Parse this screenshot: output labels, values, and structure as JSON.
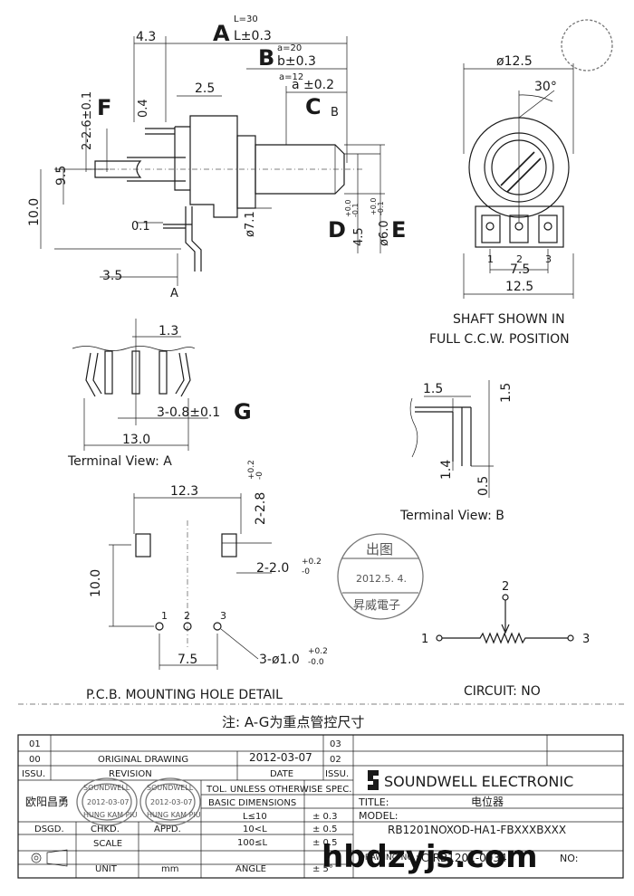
{
  "dims": {
    "d_4_3": "4.3",
    "a_l30": "L=30",
    "a_l03": "L±0.3",
    "a_letter": "A",
    "b_a20": "a=20",
    "b_b03": "b±0.3",
    "b_letter": "B",
    "c_a12": "a=12",
    "c_a02": "a ±0.2",
    "c_letter": "C",
    "c_b": "B",
    "d_2_5": "2.5",
    "d_0_4": "0.4",
    "f_letter": "F",
    "f_dim": "2-2.6±0.1",
    "d_9_5": "9.5",
    "d_10_0": "10.0",
    "d_0_1": "0.1",
    "d_3_5": "3.5",
    "a_view": "A",
    "d_phi7_1": "ø7.1",
    "d_letter": "D",
    "e_letter": "E",
    "d_4_5": "4.5",
    "d_4_5_tol_up": "+0.0",
    "d_4_5_tol_dn": "-0.1",
    "d_6_0": "ø6.0",
    "d_6_0_tol_up": "+0.0",
    "d_6_0_tol_dn": "-0.1",
    "d_phi12_5": "ø12.5",
    "d_30deg": "30°",
    "pin1": "1",
    "pin2": "2",
    "pin3": "3",
    "d_7_5_front": "7.5",
    "d_12_5_front": "12.5",
    "shaft_note_1": "SHAFT SHOWN IN",
    "shaft_note_2": "FULL C.C.W. POSITION",
    "d_1_3": "1.3",
    "g_dim": "3-0.8±0.1",
    "g_letter": "G",
    "d_13_0": "13.0",
    "tv_a": "Terminal View: A",
    "d_1_5a": "1.5",
    "d_1_5b": "1.5",
    "d_1_4": "1.4",
    "d_0_5": "0.5",
    "tv_b": "Terminal View: B",
    "d_12_3": "12.3",
    "d_2_2_8": "2-2.8",
    "d_2_2_8_tol_up": "+0.2",
    "d_2_2_8_tol_dn": "-0",
    "d_2_2_0": "2-2.0",
    "d_2_2_0_tol_up": "+0.2",
    "d_2_2_0_tol_dn": "-0",
    "d_10_0_pcb": "10.0",
    "pcb_p1": "1",
    "pcb_p2": "2",
    "pcb_p3": "3",
    "d_7_5_pcb": "7.5",
    "d_3_1_0": "3-ø1.0",
    "d_3_1_0_tol_up": "+0.2",
    "d_3_1_0_tol_dn": "-0.0",
    "c_pin1": "1",
    "c_pin2": "2",
    "c_pin3": "3",
    "pcb_caption": "P.C.B. MOUNTING HOLE DETAIL",
    "circuit_caption": "CIRCUIT: NO",
    "note": "注: A-G为重点管控尺寸"
  },
  "stamps": {
    "date_line1": "出图",
    "date_line2": "2012.5.  4.",
    "date_line3": "昇威電子",
    "s1_top": "SOUNDWELL",
    "s1_mid": "2012-03-07",
    "s1_bot": "HUNG KAM PIU",
    "s2_top": "SOUNDWELL",
    "s2_mid": "2012-03-07",
    "s2_bot": "HUNG KAM PIU"
  },
  "title_block": {
    "rev_01": "01",
    "rev_00": "00",
    "issu": "ISSU.",
    "original_drawing": "ORIGINAL DRAWING",
    "revision": "REVISION",
    "date_value": "2012-03-07",
    "date_label": "DATE",
    "rev_03": "03",
    "rev_02": "02",
    "issu2": "ISSU.",
    "company": "SOUNDWELL  ELECTRONIC",
    "designer": "欧阳昌勇",
    "dsgd": "DSGD.",
    "chkd": "CHKD.",
    "appd": "APPD.",
    "scale": "SCALE",
    "unit": "UNIT",
    "unit_val": "mm",
    "tol_header": "TOL. UNLESS OTHERWISE SPEC.",
    "basic_dims": "BASIC DIMENSIONS",
    "tol_row1": "L≤10",
    "tol_row2": "10<L",
    "tol_row3": "100≤L",
    "angle": "ANGLE",
    "tol_val1": "± 0.3",
    "tol_val2": "± 0.5",
    "tol_val3": "± 0.5",
    "tol_val4": "± 5°",
    "title_label": "TITLE:",
    "title_value": "电位器",
    "model_label": "MODEL:",
    "model_value": "RB1201NOXOD-HA1-FBXXXBXXX",
    "drawing_no_label": "DRAWING NO.:",
    "drawing_no_value": "C-RB1201-0034",
    "no_label": "NO:"
  },
  "watermark": "hbdzyjs.com"
}
